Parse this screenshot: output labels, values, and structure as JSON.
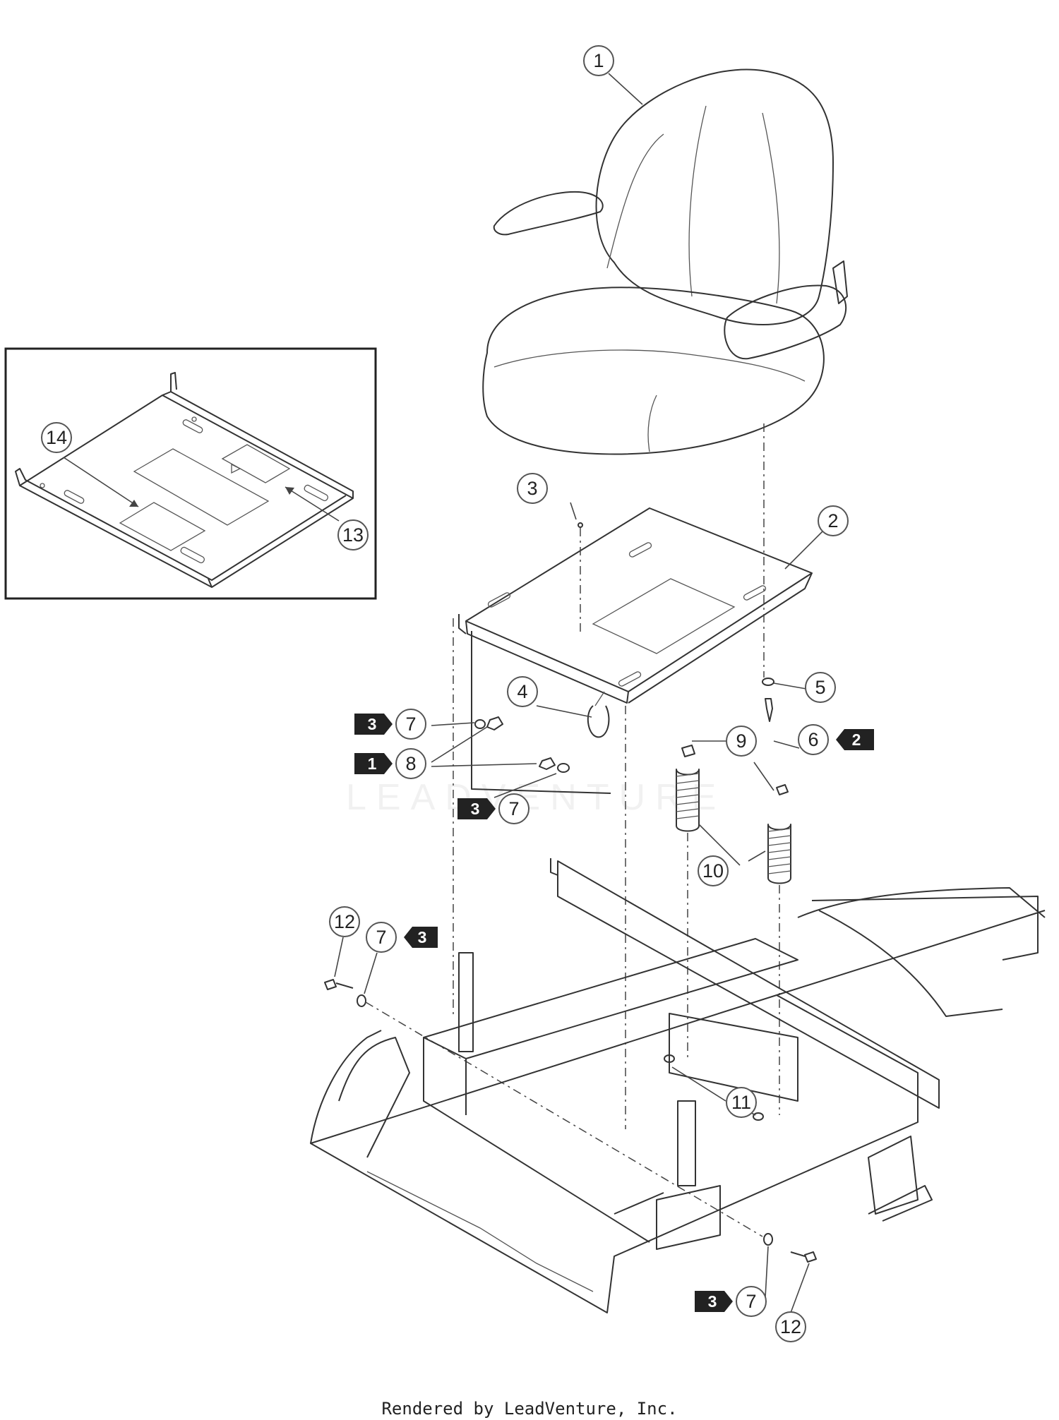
{
  "callouts": [
    {
      "id": "c1",
      "label": "1"
    },
    {
      "id": "c2",
      "label": "2"
    },
    {
      "id": "c3",
      "label": "3"
    },
    {
      "id": "c4",
      "label": "4"
    },
    {
      "id": "c5",
      "label": "5"
    },
    {
      "id": "c6",
      "label": "6"
    },
    {
      "id": "c7a",
      "label": "7"
    },
    {
      "id": "c7b",
      "label": "7"
    },
    {
      "id": "c7c",
      "label": "7"
    },
    {
      "id": "c7d",
      "label": "7"
    },
    {
      "id": "c8",
      "label": "8"
    },
    {
      "id": "c9",
      "label": "9"
    },
    {
      "id": "c10",
      "label": "10"
    },
    {
      "id": "c11",
      "label": "11"
    },
    {
      "id": "c12a",
      "label": "12"
    },
    {
      "id": "c12b",
      "label": "12"
    },
    {
      "id": "c13",
      "label": "13"
    },
    {
      "id": "c14",
      "label": "14"
    }
  ],
  "quantity_tags": [
    {
      "id": "t7a",
      "label": "3"
    },
    {
      "id": "t8",
      "label": "1"
    },
    {
      "id": "t7b",
      "label": "3"
    },
    {
      "id": "t6",
      "label": "2"
    },
    {
      "id": "t7c",
      "label": "3"
    },
    {
      "id": "t7d",
      "label": "3"
    }
  ],
  "watermark": "LEADVENTURE",
  "footer": "Rendered by LeadVenture, Inc."
}
